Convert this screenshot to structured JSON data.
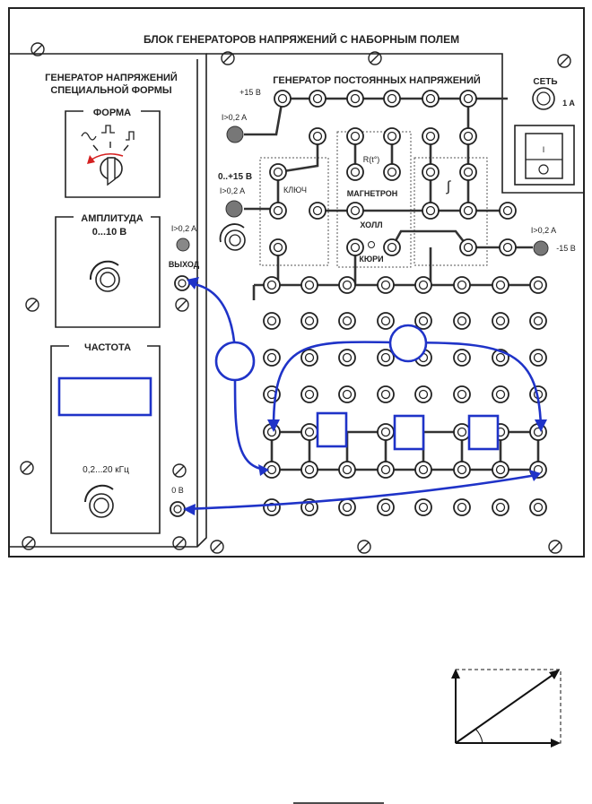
{
  "panel": {
    "title": "БЛОК ГЕНЕРАТОРОВ НАПРЯЖЕНИЙ С НАБОРНЫМ ПОЛЕМ",
    "left_module": {
      "title_line1": "ГЕНЕРАТОР НАПРЯЖЕНИЙ",
      "title_line2": "СПЕЦИАЛЬНОЙ ФОРМЫ",
      "forma_label": "ФОРМА",
      "amplituda_label": "АМПЛИТУДА",
      "amplituda_range": "0...10 В",
      "current_limit": "I>0,2 A",
      "output_label": "ВЫХОД",
      "chastota_label": "ЧАСТОТА",
      "freq_range": "0,2...20  кГц",
      "zero_label": "0 В"
    },
    "dc_generator": {
      "title": "ГЕНЕРАТОР  ПОСТОЯННЫХ  НАПРЯЖЕНИЙ",
      "plus15": "+15 В",
      "current_limit_1": "I>0,2 A",
      "var_label": "0..+15 В",
      "current_limit_2": "I>0,2 A",
      "key_label": "КЛЮЧ",
      "r_label": "R(t°)",
      "magnetron_label": "МАГНЕТРОН",
      "hall_label": "ХОЛЛ",
      "curie_label": "КЮРИ",
      "integral_label": "∫",
      "current_limit_3": "I>0,2 A",
      "minus15": "-15 В"
    },
    "power": {
      "set_label": "СЕТЬ",
      "fuse_label": "1 A",
      "switch_label": "I"
    }
  },
  "colors": {
    "panel_line": "#222222",
    "wire": "#1f33c8",
    "arrow_red": "#d42020",
    "lamp": "#777777"
  }
}
